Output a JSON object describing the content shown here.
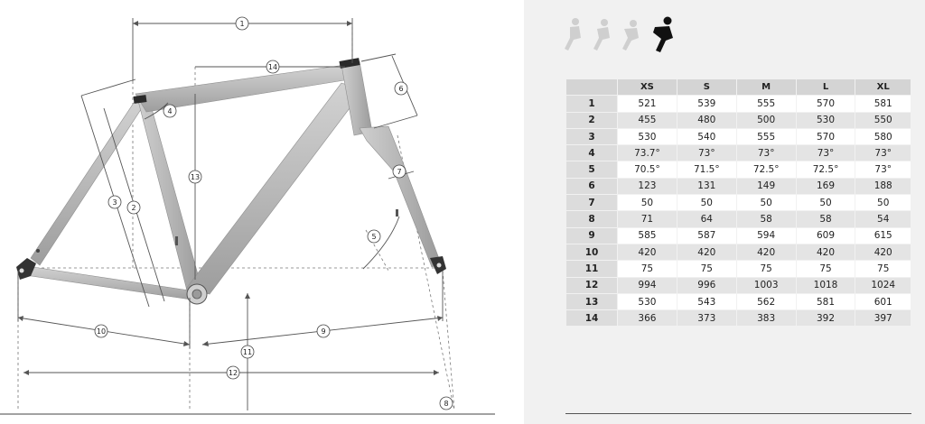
{
  "diagram": {
    "labels": [
      "1",
      "2",
      "3",
      "4",
      "5",
      "6",
      "7",
      "8",
      "9",
      "10",
      "11",
      "12",
      "13",
      "14"
    ]
  },
  "riders_icon": "cyclist-positions-icon",
  "table": {
    "sizes": [
      "XS",
      "S",
      "M",
      "L",
      "XL"
    ],
    "rows": [
      {
        "n": "1",
        "v": [
          "521",
          "539",
          "555",
          "570",
          "581"
        ]
      },
      {
        "n": "2",
        "v": [
          "455",
          "480",
          "500",
          "530",
          "550"
        ]
      },
      {
        "n": "3",
        "v": [
          "530",
          "540",
          "555",
          "570",
          "580"
        ]
      },
      {
        "n": "4",
        "v": [
          "73.7°",
          "73°",
          "73°",
          "73°",
          "73°"
        ]
      },
      {
        "n": "5",
        "v": [
          "70.5°",
          "71.5°",
          "72.5°",
          "72.5°",
          "73°"
        ]
      },
      {
        "n": "6",
        "v": [
          "123",
          "131",
          "149",
          "169",
          "188"
        ]
      },
      {
        "n": "7",
        "v": [
          "50",
          "50",
          "50",
          "50",
          "50"
        ]
      },
      {
        "n": "8",
        "v": [
          "71",
          "64",
          "58",
          "58",
          "54"
        ]
      },
      {
        "n": "9",
        "v": [
          "585",
          "587",
          "594",
          "609",
          "615"
        ]
      },
      {
        "n": "10",
        "v": [
          "420",
          "420",
          "420",
          "420",
          "420"
        ]
      },
      {
        "n": "11",
        "v": [
          "75",
          "75",
          "75",
          "75",
          "75"
        ]
      },
      {
        "n": "12",
        "v": [
          "994",
          "996",
          "1003",
          "1018",
          "1024"
        ]
      },
      {
        "n": "13",
        "v": [
          "530",
          "543",
          "562",
          "581",
          "601"
        ]
      },
      {
        "n": "14",
        "v": [
          "366",
          "373",
          "383",
          "392",
          "397"
        ]
      }
    ]
  },
  "colors": {
    "frame": "#b5b5b5",
    "frame_shadow": "#8f8f8f",
    "dim_line": "#555555",
    "panel_bg": "#f1f1f1"
  }
}
